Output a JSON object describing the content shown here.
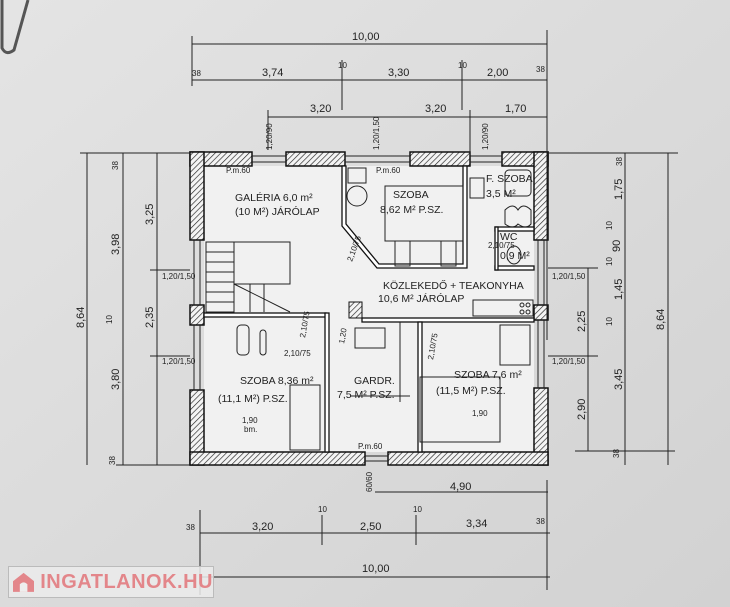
{
  "watermark": {
    "text": "INGATLANOK.HU",
    "icon": "house-icon",
    "color": "#e3868a"
  },
  "rooms": {
    "galeria": {
      "line1": "GALÉRIA 6,0 m²",
      "line2": "(10 M²) JÁRÓLAP"
    },
    "stoba_top": {
      "line1": "SZOBA",
      "line2": "8,62 M² P.SZ."
    },
    "furdo": {
      "line1": "F. SZOBA",
      "line2": "3,5 M²"
    },
    "wc": {
      "line1": "WC",
      "line2": "0,9 M²"
    },
    "kozlekedo": {
      "line1": "KÖZLEKEDŐ + TEAKONYHA",
      "line2": "10,6 M² JÁRÓLAP"
    },
    "stoba_left": {
      "line1": "SZOBA 8,36 m²",
      "line2": "(11,1 M²) P.SZ."
    },
    "gardr": {
      "line1": "GARDR.",
      "line2": "7,5 M² P.SZ."
    },
    "stoba_right": {
      "line1": "SZOBA 7,6 m²",
      "line2": "(11,5 M²) P.SZ."
    }
  },
  "annotations": {
    "pm60_a": "P.m.60",
    "pm60_b": "P.m.60",
    "pm60_c": "P.m.60",
    "bed_left": "1,90",
    "bed_right": "1,90",
    "bm": "bm.",
    "door_210_75": "2,10/75",
    "door_210_75b": "2,10/75",
    "door_210_a": "2,10/75",
    "door_210_b": "2,10/75",
    "door_210_c": "2,10/75",
    "door_120": "1,20"
  },
  "dimensions": {
    "top_total": "10,00",
    "top_row": [
      "38",
      "3,74",
      "10",
      "3,30",
      "10",
      "2,00",
      "38"
    ],
    "top_axes": [
      "3,20",
      "3,20",
      "1,70"
    ],
    "top_windows": [
      "1,20/90",
      "1,20/1,50",
      "1,20/90"
    ],
    "left_total": "8,64",
    "left_row": [
      "38",
      "3,98",
      "10",
      "3,80",
      "38"
    ],
    "left_axes": [
      "3,25",
      "2,35"
    ],
    "left_windows": [
      "1,20/1,50",
      "1,20/1,50"
    ],
    "right_total": "8,64",
    "right_row": [
      "38",
      "1,75",
      "10",
      "90",
      "10",
      "1,45",
      "10",
      "3,45",
      "38"
    ],
    "right_axes": [
      "2,25",
      "2,90"
    ],
    "right_windows": [
      "1,20/1,50",
      "1,20/1,50"
    ],
    "bottom_door": "60/60",
    "bottom_axis": "4,90",
    "bottom_row": [
      "38",
      "3,20",
      "10",
      "2,50",
      "10",
      "3,34",
      "38"
    ],
    "bottom_total": "10,00"
  }
}
